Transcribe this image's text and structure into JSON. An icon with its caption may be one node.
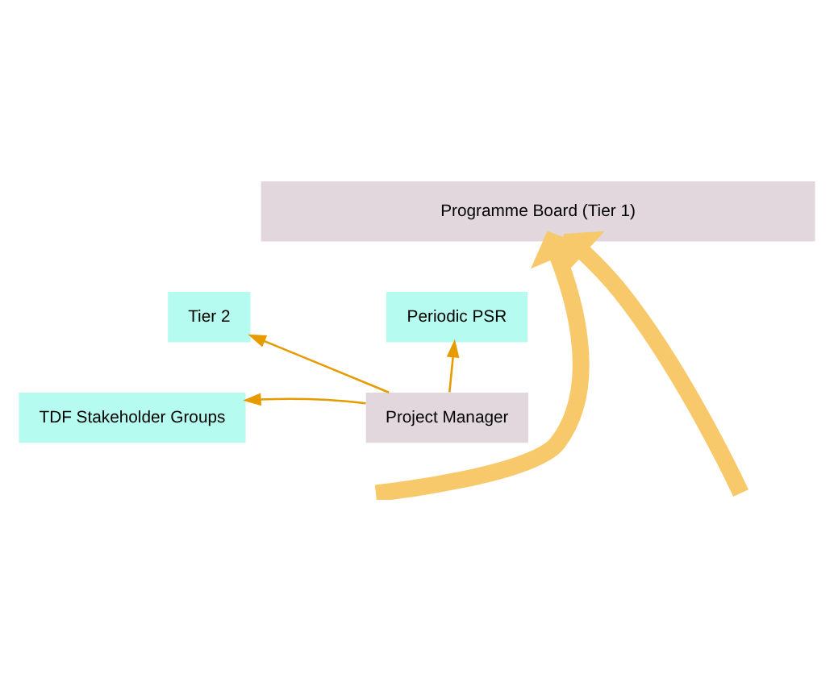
{
  "diagram": {
    "nodes": [
      {
        "text": [
          "Programme Board (Tier 1)"
        ]
      },
      {
        "text": [
          "Tier 2"
        ]
      },
      {
        "text": [
          "Periodic PSR"
        ]
      },
      {
        "text": [
          "Project Manager"
        ]
      },
      {
        "text": [
          "TDF Stakeholder Groups"
        ]
      }
    ],
    "edges": [
      {
        "from": 3,
        "to": 1,
        "arrow": "to",
        "color": "#e69b00"
      },
      {
        "from": 3,
        "to": 2,
        "arrow": "to",
        "color": "#e69b00"
      },
      {
        "from": 3,
        "to": 4,
        "arrow": "to",
        "color": "#e69b00"
      },
      {
        "from": null,
        "to": 0,
        "arrow": "to",
        "style": "thick",
        "color": "#f7c96a"
      },
      {
        "from": null,
        "to": 0,
        "arrow": "to",
        "style": "thick",
        "color": "#f7c96a"
      }
    ]
  }
}
